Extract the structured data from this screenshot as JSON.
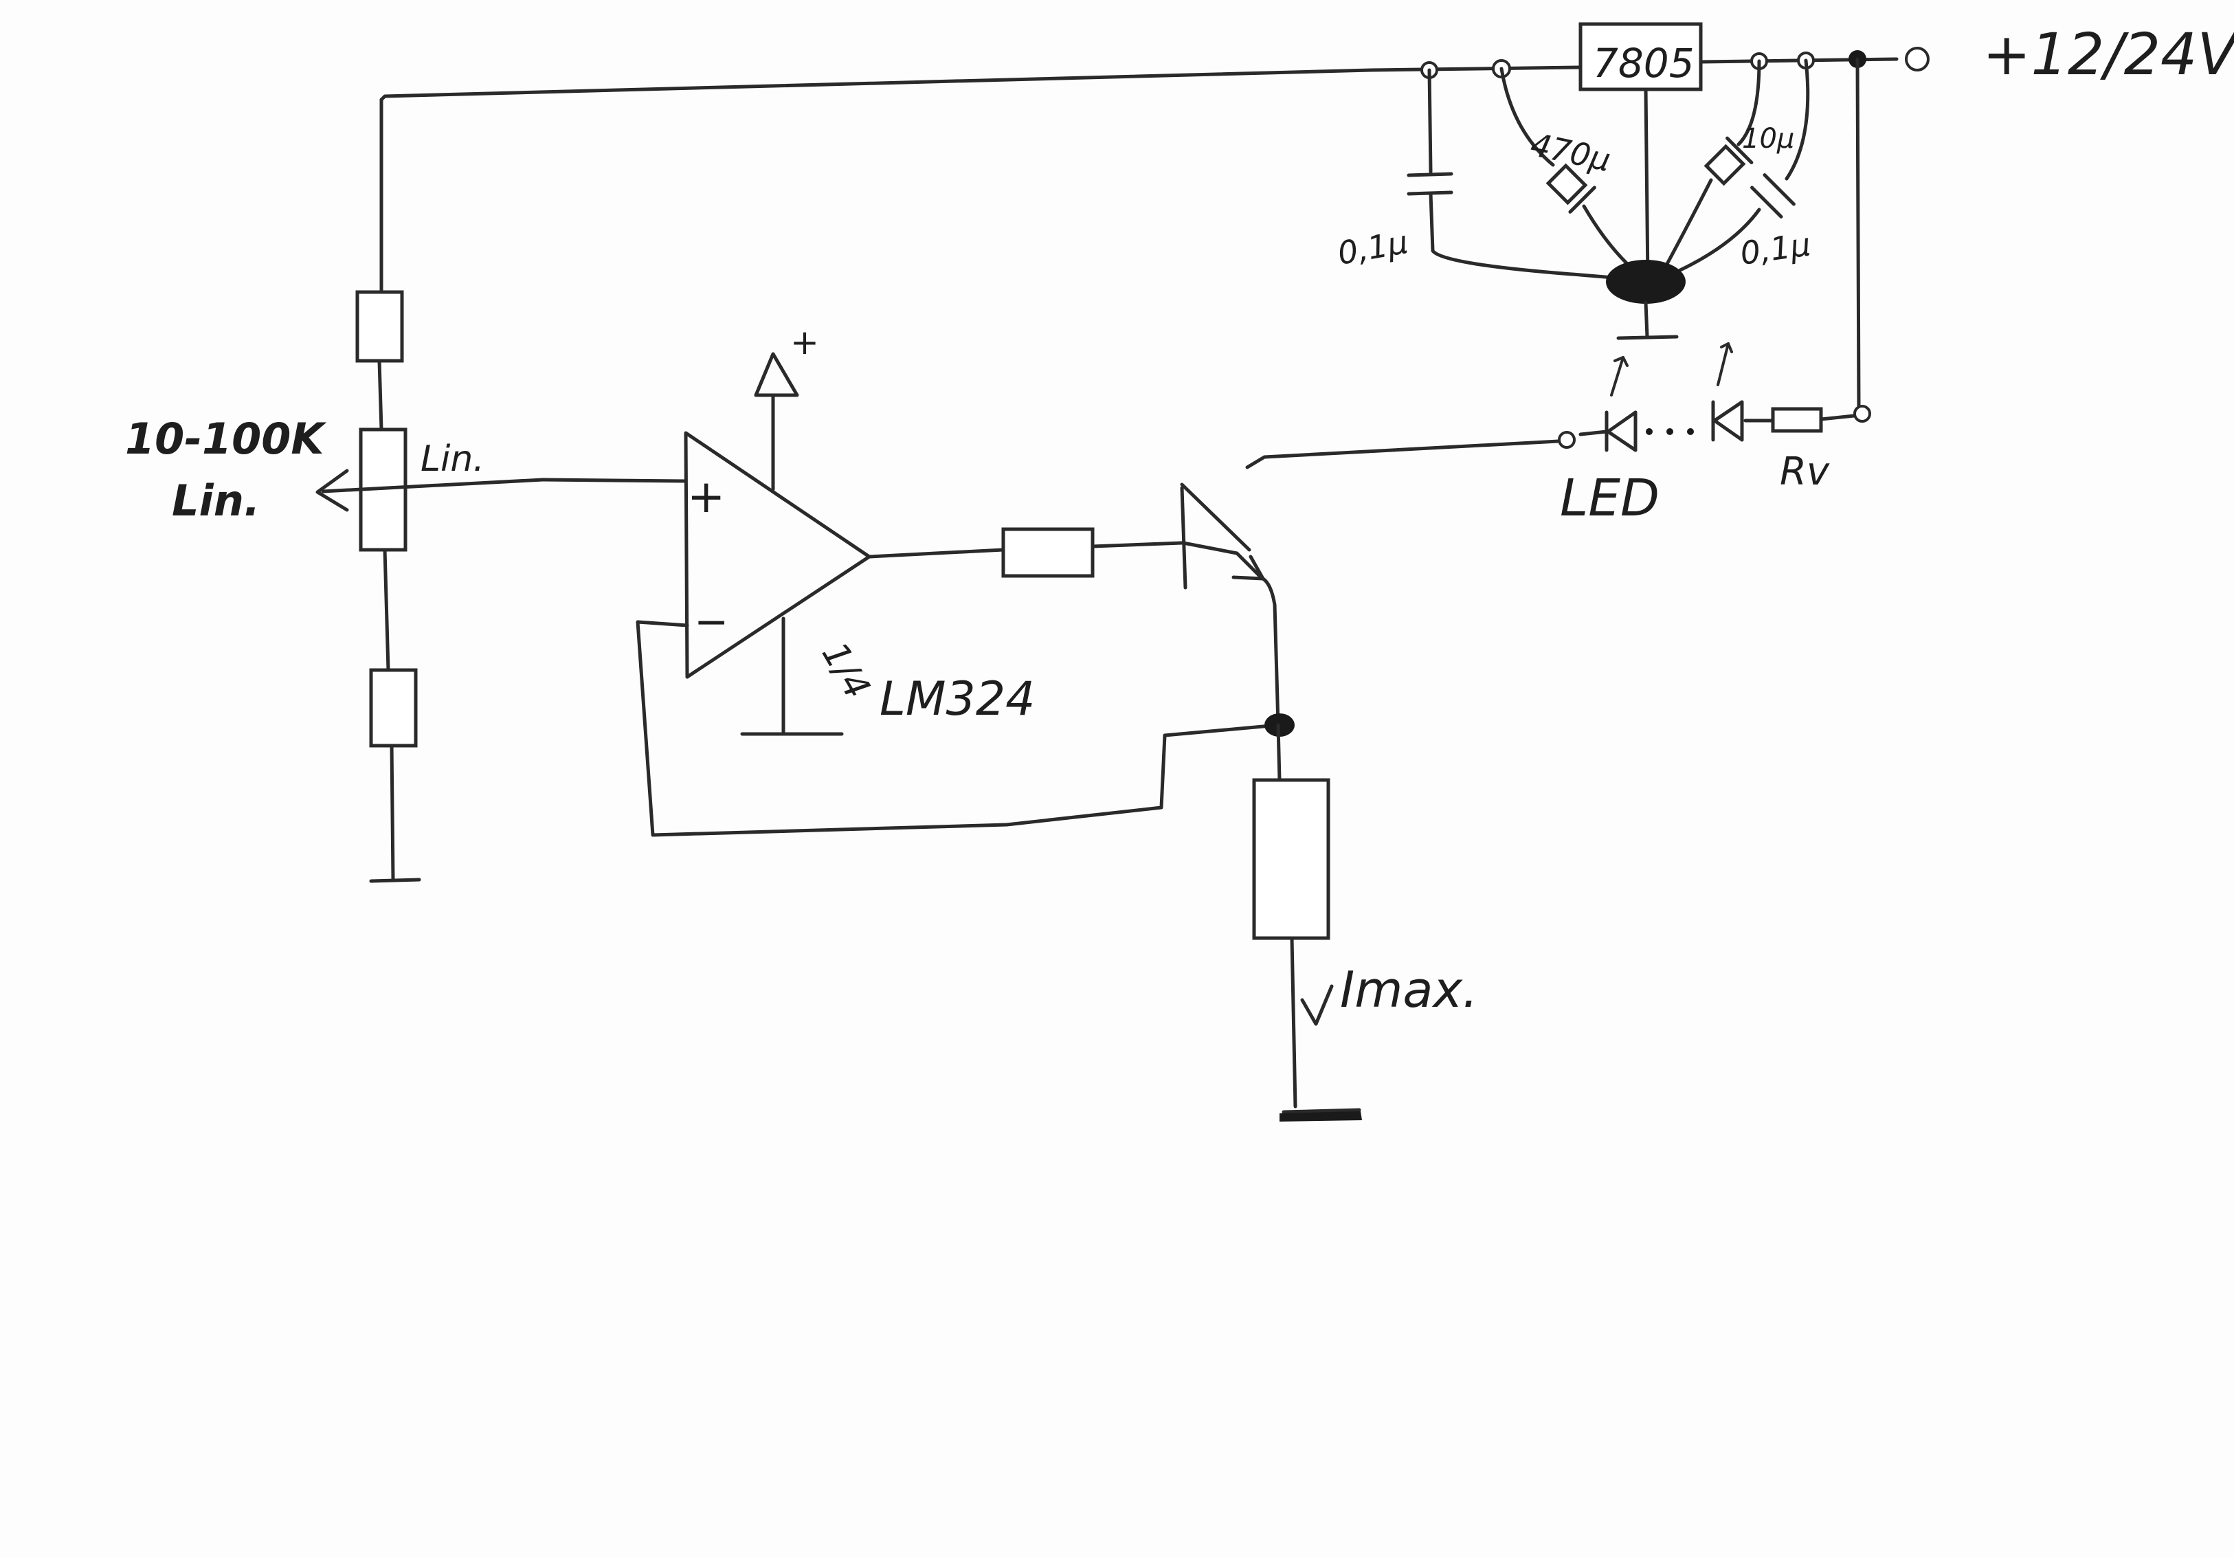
{
  "supply": {
    "label": "+12/24V"
  },
  "regulator": {
    "label": "7805"
  },
  "capacitors": {
    "c_in_small": "0,1µ",
    "c_in_elyt": "470µ",
    "c_out_elyt": "10µ",
    "c_out_small": "0,1µ"
  },
  "potentiometer": {
    "value": "10-100K",
    "type_left": "Lin.",
    "type_right": "Lin."
  },
  "opamp": {
    "plus": "+",
    "minus": "−",
    "supply": "+",
    "fraction": "1/4",
    "part": "LM324"
  },
  "led": {
    "label": "LED",
    "series_resistor": "Rv"
  },
  "current": {
    "label": "Imax."
  }
}
